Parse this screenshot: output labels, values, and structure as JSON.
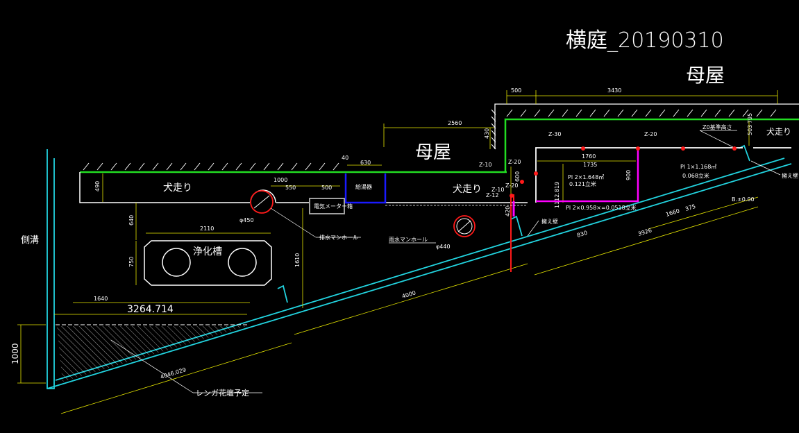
{
  "title": "横庭_20190310",
  "building_label_top": "母屋",
  "building_label_mid": "母屋",
  "labels": {
    "dog_run_left": "犬走り",
    "dog_run_mid": "犬走り",
    "dog_run_right": "犬走り",
    "septic_tank": "浄化槽",
    "side_ditch": "側溝",
    "brick_bed": "レンガ花壇予定",
    "drain_manhole": "排水マンホール",
    "rain_manhole": "雨水マンホール",
    "retaining_wall": "擁え壁",
    "retaining_wall_2": "擁え壁",
    "hot_water_box": "給湯器",
    "meter_box": "電気メーター箱",
    "benchmark": "Z0基準高さ",
    "b_level": "B.±0.00"
  },
  "elevation_tags": [
    "Z-30",
    "Z-20",
    "Z-20",
    "Z-10",
    "Z-20",
    "Z-10",
    "Z-12"
  ],
  "dimensions": {
    "d500": "500",
    "d3430": "3430",
    "d2560": "2560",
    "d430": "430",
    "d1760": "1760",
    "d1735": "1735",
    "d900": "900",
    "d503": "503",
    "d795": "795",
    "d40": "40",
    "d630": "630",
    "d1000": "1000",
    "d550": "550",
    "d500b": "500",
    "d490": "490",
    "d640": "640",
    "d750": "750",
    "d2110": "2110",
    "d1610": "1610",
    "d1640": "1640",
    "d3264": "3264.714",
    "d4000": "4000",
    "d4046": "4046.029",
    "d1000v": "1000",
    "d3926": "3926",
    "d1660": "1660",
    "d375": "375",
    "d1112": "1112.819",
    "d600": "600",
    "d420": "420",
    "d830": "830",
    "phi450": "φ450",
    "phi440": "φ440",
    "area1": "Pl 2×1.648㎡",
    "area1b": "0.121立米",
    "area2": "Pl 2×0.958×=0.0518立米",
    "area3": "Pl 1×1.168㎡",
    "area3b": "0.068立米"
  },
  "colors": {
    "wall_green": "#22dd22",
    "slab_blue": "#1a1aff",
    "slab_magenta": "#ff00ff",
    "ditch_cyan": "#22d4e0",
    "dim_yellow": "#e8e800",
    "red": "#ff1a1a",
    "gray": "#a0a0a0",
    "white": "#ffffff"
  }
}
